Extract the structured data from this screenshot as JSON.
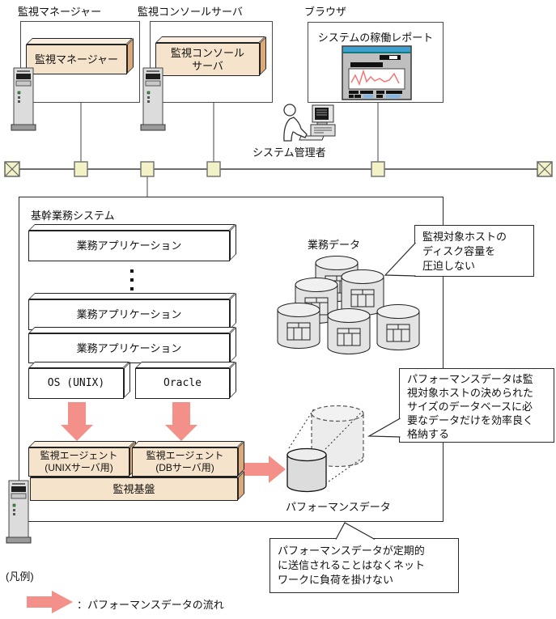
{
  "top": {
    "manager_label": "監視マネージャー",
    "manager_box": "監視マネージャー",
    "console_label": "監視コンソールサーバ",
    "console_box_line1": "監視コンソール",
    "console_box_line2": "サーバ",
    "browser_label": "ブラウザ",
    "report_title": "システムの稼働レポート",
    "admin_label": "システム管理者"
  },
  "core": {
    "title": "基幹業務システム",
    "apps": [
      "業務アプリケーション",
      "業務アプリケーション",
      "業務アプリケーション"
    ],
    "os": "OS (UNIX)",
    "oracle": "Oracle",
    "agent_unix": [
      "監視エージェント",
      "(UNIXサーバ用)"
    ],
    "agent_db": [
      "監視エージェント",
      "(DBサーバ用)"
    ],
    "platform": "監視基盤"
  },
  "data_labels": {
    "business": "業務データ",
    "performance": "パフォーマンスデータ"
  },
  "callouts": {
    "disk": [
      "監視対象ホストの",
      "ディスク容量を",
      "圧迫しない"
    ],
    "storage": [
      "パフォーマンスデータは監",
      "視対象ホストの決められた",
      "サイズのデータベースに必",
      "要なデータだけを効率良く",
      "格納する"
    ],
    "network": [
      "パフォーマンスデータが定期的",
      "に送信されることはなくネット",
      "ワークに負荷を掛けない"
    ]
  },
  "legend": {
    "title": "(凡例)",
    "flow_label": "：パフォーマンスデータの流れ"
  },
  "colors": {
    "tan_front": "#F5E3CB",
    "tan_top": "#FAEFE0",
    "tan_side": "#DCA97B",
    "flow_arrow": "#F4908A",
    "node_fill": "#F2F2C6"
  }
}
